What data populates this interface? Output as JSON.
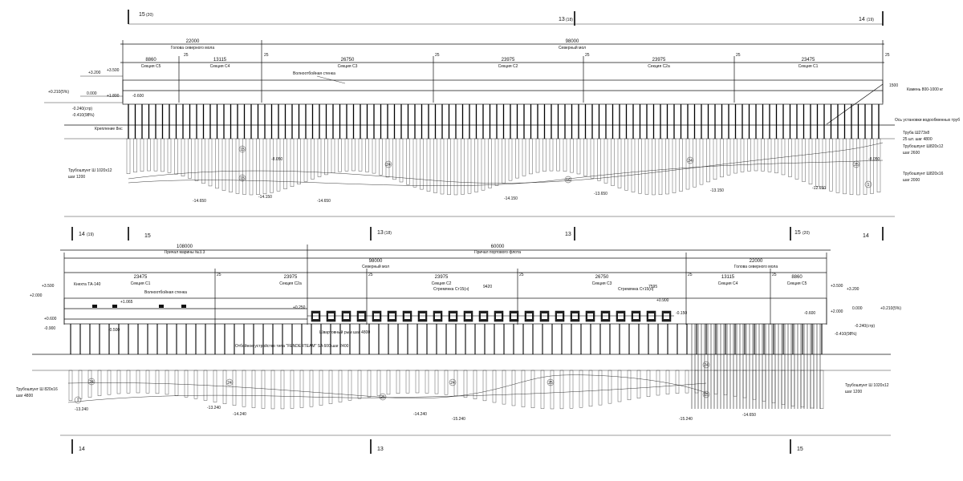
{
  "top": {
    "markers": {
      "a": "15",
      "a_sub": "(20)",
      "b": "13",
      "b_sub": "(18)",
      "c": "14",
      "c_sub": "(19)"
    },
    "overall": [
      {
        "value": "22000",
        "label": "Голова северного мола"
      },
      {
        "value": "98000",
        "label": "Северный мол"
      }
    ],
    "sections": [
      {
        "value": "8860",
        "label": "Секция С5"
      },
      {
        "value": "13115",
        "label": "Секция С4"
      },
      {
        "value": "26750",
        "label": "Секция С3"
      },
      {
        "value": "23975",
        "label": "Секция С2"
      },
      {
        "value": "23975",
        "label": "Секция С2а"
      },
      {
        "value": "23475",
        "label": "Секция С1"
      }
    ],
    "joints": [
      "25",
      "25",
      "25",
      "25",
      "25",
      "25"
    ],
    "left_elev": [
      "+3.200",
      "+3.500",
      "+1.800",
      "0.000",
      "-0.600",
      "+0.210(5%)",
      "-0.240(стр)",
      "-0.410(98%)"
    ],
    "wall_label": "Волноотбойная стенка",
    "fastening": "Крепление 8нс",
    "right_notes": {
      "w1500": "1500",
      "stone": "Камень 800-1000 кг",
      "axis": "Ось установки водообменных труб",
      "pipe": "Труба Ш273х8",
      "pipe_count": "25 шт. шаг 4800",
      "pile1": "Трубошпунт Ш820х12",
      "pile1_step": "шаг 2600",
      "pile2": "Трубошпунт Ш820х16",
      "pile2_step": "шаг 2000"
    },
    "left_pile": "Трубошпунт Ш 1020х12",
    "left_pile_step": "шаг 1200",
    "elev_mid": "-8.050",
    "elev_right": "-8.050",
    "bottom_elev": [
      "-14.650",
      "-14.150",
      "-14.650",
      "-14.150",
      "-13.650",
      "-13.150",
      "-12.650"
    ],
    "circles": [
      "15",
      "15",
      "24",
      "24",
      "16",
      "25",
      "1"
    ],
    "bottom_markers": {
      "a": "14",
      "a_sub": "(19)",
      "b": "15",
      "c": "13",
      "d": "15",
      "d_sub": "(20)",
      "e": "14"
    }
  },
  "bottom": {
    "markers": {
      "a": "13",
      "a_sub": "(18)"
    },
    "overall": [
      {
        "value": "108000",
        "label": "Причал марины №3.3"
      },
      {
        "value": "60000",
        "label": "Причал портового флота"
      }
    ],
    "mol": {
      "value": "98000",
      "label": "Северный мол"
    },
    "head": {
      "value": "22000",
      "label": "Голова северного мола"
    },
    "sections": [
      {
        "value": "23475",
        "label": "Секция С1"
      },
      {
        "value": "23975",
        "label": "Секция С2а"
      },
      {
        "value": "23975",
        "label": "Секция С2"
      },
      {
        "value": "26750",
        "label": "Секция С3"
      },
      {
        "value": "13115",
        "label": "Секция С4"
      },
      {
        "value": "8860",
        "label": "Секция С5"
      }
    ],
    "joints": [
      "25",
      "25",
      "25",
      "25",
      "25"
    ],
    "extra": {
      "d9420": "9420",
      "d7595": "7595",
      "stair1": "Стремянка Ст15(н)",
      "stair2": "Стремянка Ст15(н)",
      "crane": "Кнехта ТА-140",
      "wall": "Волноотбойная стенка",
      "e1065": "+1.065",
      "e0250": "+0.250",
      "e0900": "+0.900",
      "e0150": "-0.150",
      "e0600": "-0.600",
      "fender": "Отбойное устройство типа \"FENDERTEAM\" SA 600 шаг 2400",
      "bollard": "Швартовный рым шаг 4800"
    },
    "left_elev": [
      "+3.500",
      "+2.000",
      "+0.600",
      "-0.900",
      "-0.500"
    ],
    "right_elev": [
      "+3.500",
      "+3.200",
      "+2.000",
      "0.000",
      "+0.210(5%)",
      "-0.240(стр)",
      "-0.410(98%)"
    ],
    "left_pile": "Трубошпунт Ш 820х16",
    "left_pile_step": "шаг 4800",
    "right_pile": "Трубошпунт Ш 1020х12",
    "right_pile_step": "шаг 1200",
    "bottom_elev": [
      "-13.240",
      "-13.240",
      "-14.240",
      "-14.240",
      "-15.240",
      "-15.240",
      "-14.650"
    ],
    "circles": [
      "1",
      "24",
      "24",
      "25",
      "24",
      "25",
      "24",
      "15"
    ],
    "bottom_markers": {
      "a": "14",
      "b": "13",
      "c": "15"
    }
  }
}
